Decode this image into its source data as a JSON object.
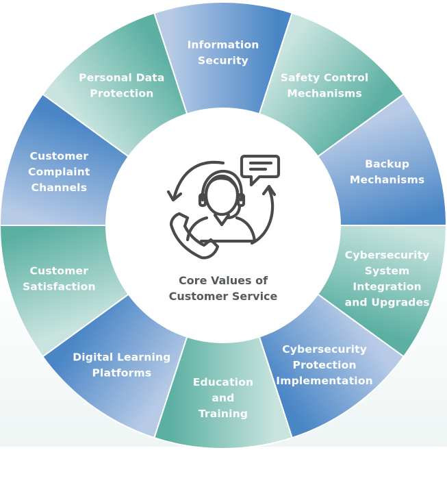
{
  "diagram": {
    "center_label": [
      "Core Values of",
      "Customer Service"
    ],
    "center_icon": "customer-service-agent-icon",
    "segments": [
      {
        "lines": [
          "Information",
          "Security"
        ],
        "style": "blue"
      },
      {
        "lines": [
          "Safety Control",
          "Mechanisms"
        ],
        "style": "green"
      },
      {
        "lines": [
          "Backup",
          "Mechanisms"
        ],
        "style": "blue"
      },
      {
        "lines": [
          "Cybersecurity",
          "System",
          "Integration",
          "and Upgrades"
        ],
        "style": "green"
      },
      {
        "lines": [
          "Cybersecurity",
          "Protection",
          "Implementation"
        ],
        "style": "blue"
      },
      {
        "lines": [
          "Education",
          "and",
          "Training"
        ],
        "style": "green"
      },
      {
        "lines": [
          "Digital Learning",
          "Platforms"
        ],
        "style": "blue"
      },
      {
        "lines": [
          "Customer",
          "Satisfaction"
        ],
        "style": "green"
      },
      {
        "lines": [
          "Customer",
          "Complaint",
          "Channels"
        ],
        "style": "blue"
      },
      {
        "lines": [
          "Personal Data",
          "Protection"
        ],
        "style": "green"
      }
    ]
  },
  "colors": {
    "blue_light": "#b8cbe6",
    "blue_dark": "#4a86c6",
    "green_light": "#c9e4df",
    "green_dark": "#5bb0a2",
    "divider": "#ffffff",
    "inner_circle": "#ffffff",
    "icon_stroke": "#4a4a4a",
    "core_text": "#555a5c"
  }
}
